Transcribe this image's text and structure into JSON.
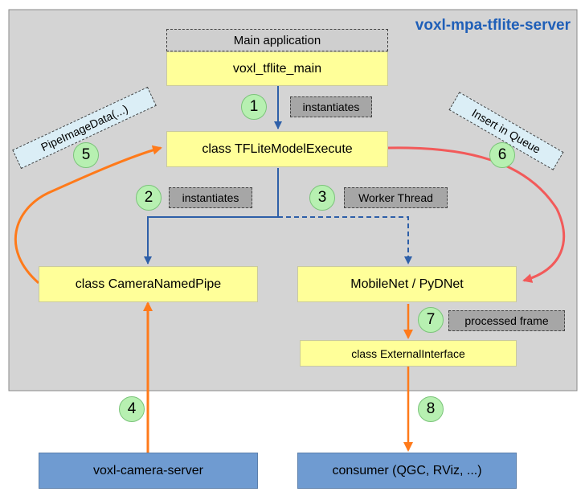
{
  "diagram": {
    "title": "voxl-mpa-tflite-server",
    "header": "Main application",
    "nodes": {
      "main": "voxl_tflite_main",
      "execute": "class TFLiteModelExecute",
      "camera_pipe": "class CameraNamedPipe",
      "mobilenet": "MobileNet / PyDNet",
      "external": "class ExternalInterface",
      "camera_server": "voxl-camera-server",
      "consumer": "consumer (QGC, RViz, ...)"
    },
    "labels": {
      "instantiates_1": "instantiates",
      "instantiates_2": "instantiates",
      "worker_thread": "Worker Thread",
      "processed_frame": "processed frame"
    },
    "notes": {
      "pipe_image_data": "PipeImageData(...)",
      "insert_queue": "Insert in Queue"
    },
    "steps": [
      "1",
      "2",
      "3",
      "4",
      "5",
      "6",
      "7",
      "8"
    ],
    "colors": {
      "blue_line": "#2e5fa8",
      "orange_line": "#ff7a1a",
      "red_line": "#f25a5a",
      "node_yellow": "#ffff99",
      "node_blue": "#6f9bd1",
      "server_area": "#d4d4d4"
    }
  }
}
